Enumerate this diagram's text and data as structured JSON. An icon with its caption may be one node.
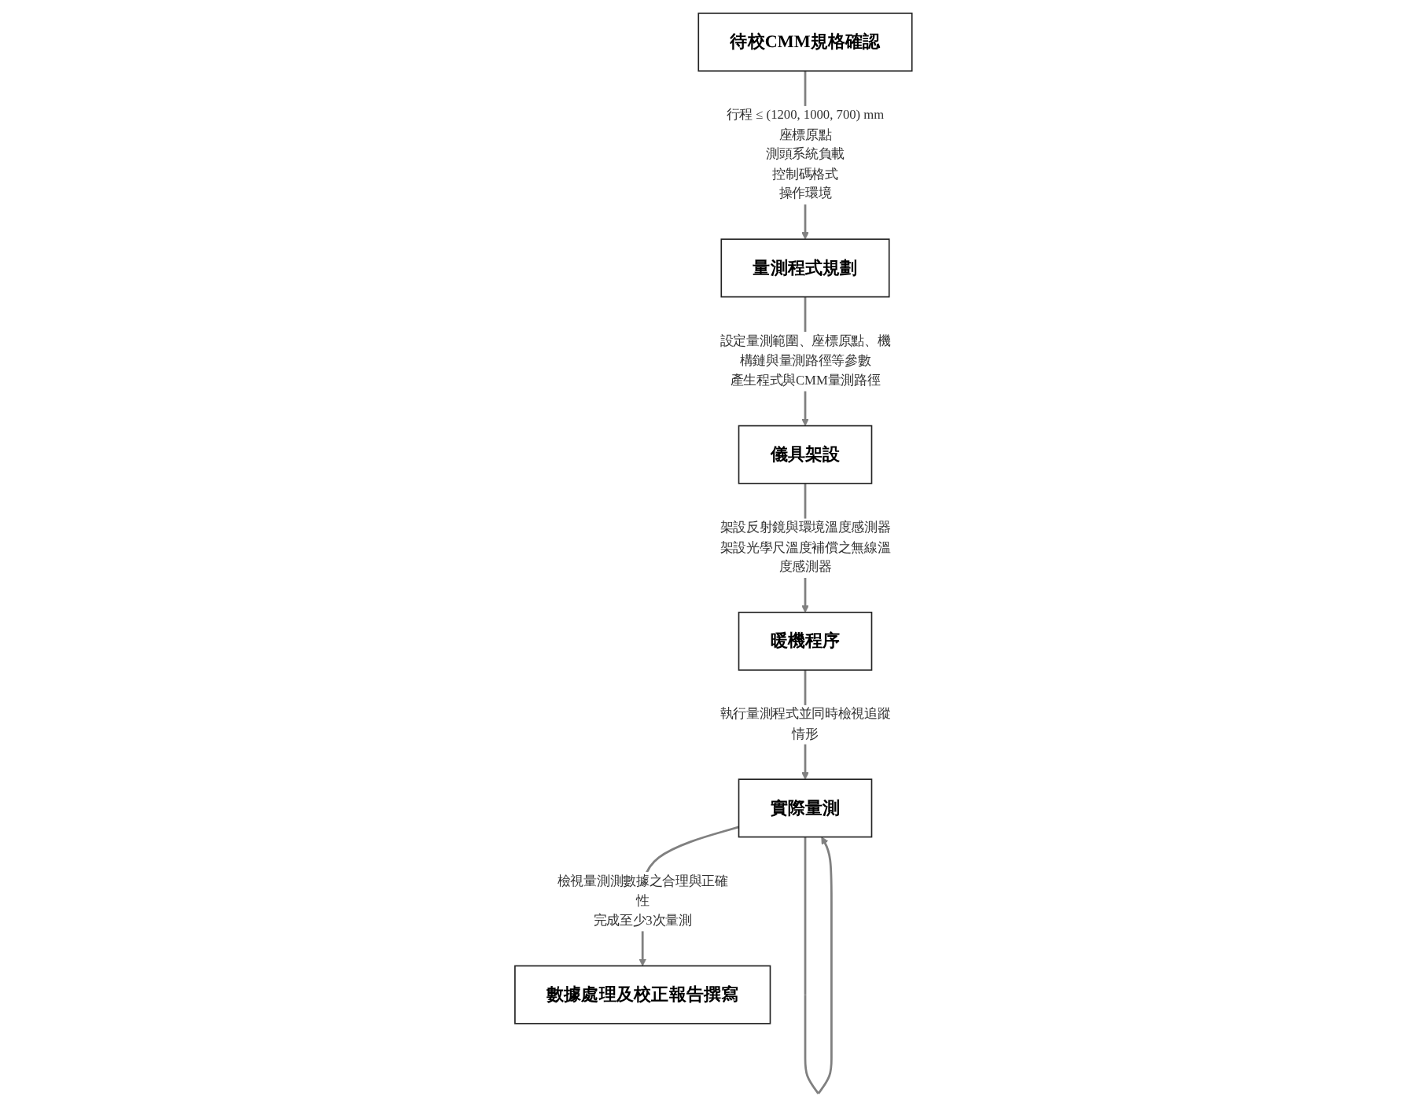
{
  "diagram": {
    "nodes": [
      {
        "text": [
          "待校CMM規格確認"
        ]
      },
      {
        "text": [
          "量測程式規劃"
        ]
      },
      {
        "text": [
          "儀具架設"
        ]
      },
      {
        "text": [
          "暖機程序"
        ]
      },
      {
        "text": [
          "實際量測"
        ]
      },
      {
        "text": [
          "數據處理及校正報告撰寫"
        ]
      }
    ],
    "edges": [
      {
        "from": 0,
        "to": 1,
        "arrow": "to"
      },
      {
        "from": 1,
        "to": 2,
        "arrow": "to"
      },
      {
        "from": 2,
        "to": 3,
        "arrow": "to"
      },
      {
        "from": 3,
        "to": 4,
        "arrow": "to"
      },
      {
        "from": 4,
        "to": 5,
        "arrow": "to"
      },
      {
        "from": 4,
        "to": 4,
        "arrow": "to"
      }
    ],
    "labels": [
      "行程 ≤ (1200, 1000, 700) mm",
      "座標原點",
      "測頭系統負載",
      "控制碼格式",
      "操作環境",
      "設定量測範圍、座標原點、機構鏈與量測路徑等參數",
      "產生程式與CMM量測路徑",
      "架設反射鏡與環境溫度感測器",
      "架設光學尺溫度補償之無線溫度感測器",
      "執行量測程式並同時檢視追蹤情形",
      "檢視量測測數據之合理與正確性",
      "完成至少3次量測"
    ]
  }
}
